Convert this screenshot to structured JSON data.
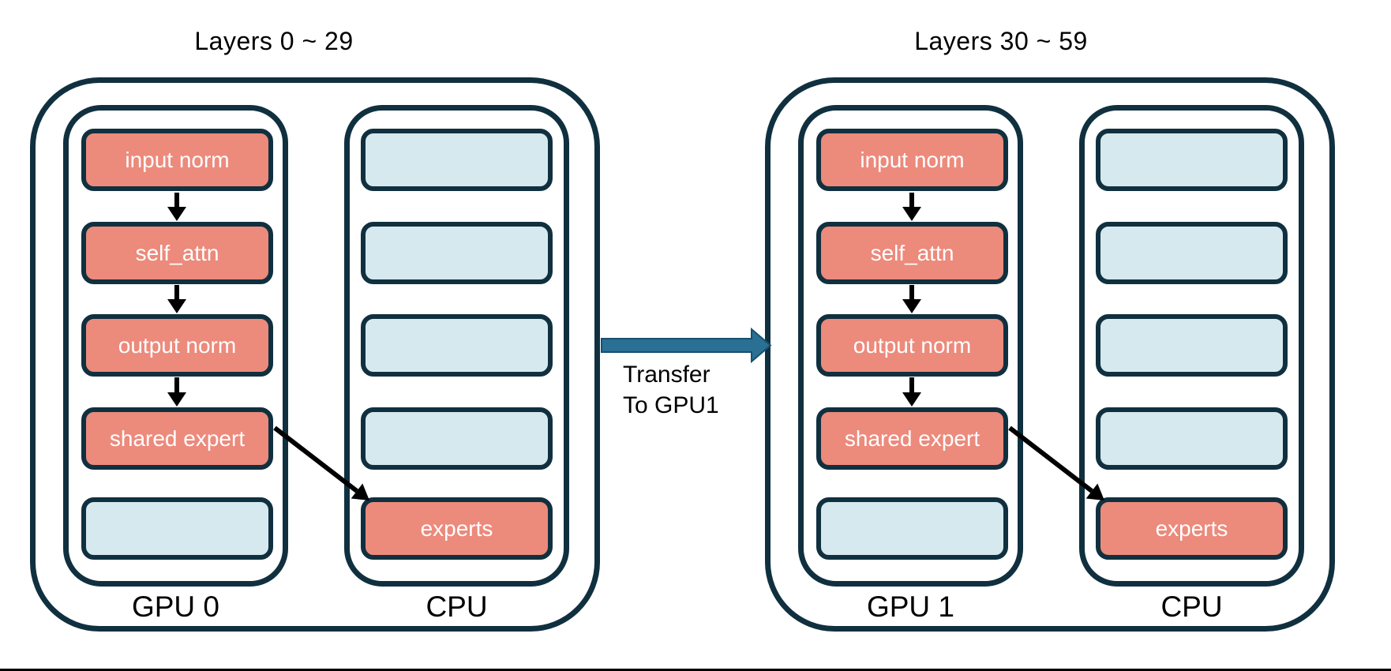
{
  "colors": {
    "stroke_dark": "#10303F",
    "salmon": "#EC8A7C",
    "light_blue": "#D6E9EF",
    "transfer_arrow": "#2A6F94",
    "transfer_arrow_edge": "#17506F",
    "arrow_black": "#000000",
    "background": "#FFFFFF",
    "cell_text": "#FFFFFF",
    "text_dark": "#000000"
  },
  "groups": [
    {
      "title": "Layers 0 ~ 29",
      "gpu": {
        "label": "GPU 0",
        "cells": [
          {
            "label": "input norm",
            "fill": "salmon"
          },
          {
            "label": "self_attn",
            "fill": "salmon"
          },
          {
            "label": "output norm",
            "fill": "salmon"
          },
          {
            "label": "shared expert",
            "fill": "salmon"
          },
          {
            "label": "",
            "fill": "light_blue"
          }
        ]
      },
      "cpu": {
        "label": "CPU",
        "cells": [
          {
            "label": "",
            "fill": "light_blue"
          },
          {
            "label": "",
            "fill": "light_blue"
          },
          {
            "label": "",
            "fill": "light_blue"
          },
          {
            "label": "",
            "fill": "light_blue"
          },
          {
            "label": "experts",
            "fill": "salmon"
          }
        ]
      }
    },
    {
      "title": "Layers 30 ~ 59",
      "gpu": {
        "label": "GPU 1",
        "cells": [
          {
            "label": "input norm",
            "fill": "salmon"
          },
          {
            "label": "self_attn",
            "fill": "salmon"
          },
          {
            "label": "output norm",
            "fill": "salmon"
          },
          {
            "label": "shared expert",
            "fill": "salmon"
          },
          {
            "label": "",
            "fill": "light_blue"
          }
        ]
      },
      "cpu": {
        "label": "CPU",
        "cells": [
          {
            "label": "",
            "fill": "light_blue"
          },
          {
            "label": "",
            "fill": "light_blue"
          },
          {
            "label": "",
            "fill": "light_blue"
          },
          {
            "label": "",
            "fill": "light_blue"
          },
          {
            "label": "experts",
            "fill": "salmon"
          }
        ]
      }
    }
  ],
  "transfer": {
    "line1": "Transfer",
    "line2": "To GPU1"
  }
}
